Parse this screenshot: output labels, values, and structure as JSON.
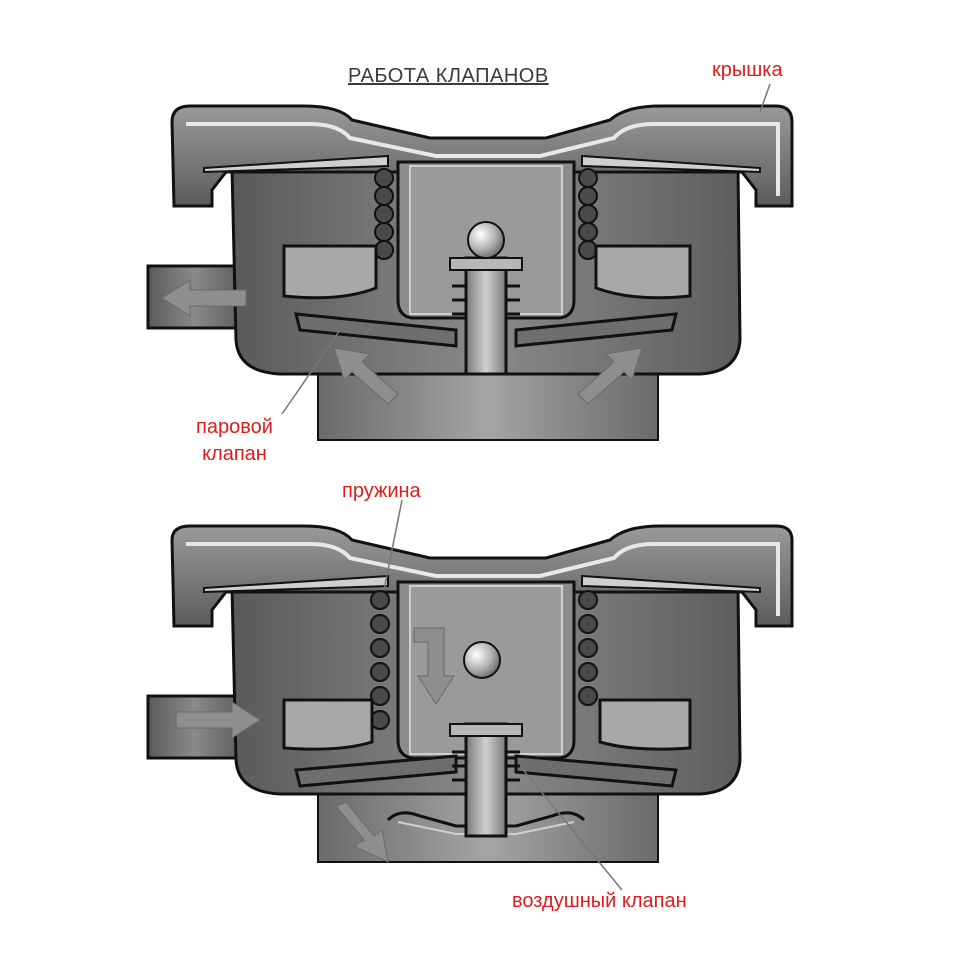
{
  "title": "РАБОТА КЛАПАНОВ",
  "labels": {
    "lid": "крышка",
    "steam_valve_line1": "паровой",
    "steam_valve_line2": "клапан",
    "spring": "пружина",
    "air_valve": "воздушный клапан"
  },
  "colors": {
    "label": "#e01b1b",
    "title": "#3a3a3a",
    "body": "#7a7a7a",
    "body_dark": "#4a4a4a",
    "outline": "#111111",
    "arrow": "#909090"
  }
}
